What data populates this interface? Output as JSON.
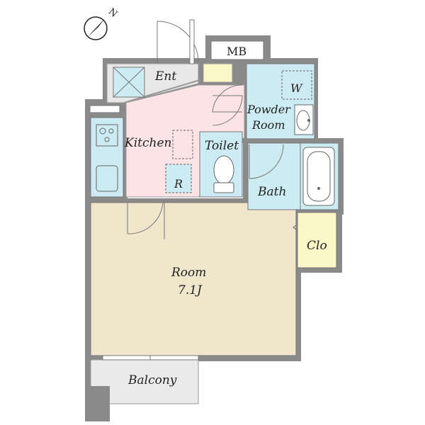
{
  "compass": {
    "label": "N"
  },
  "rooms": {
    "mb": "MB",
    "ent": "Ent",
    "powder_line1": "Powder",
    "powder_line2": "Room",
    "washer": "W",
    "kitchen": "Kitchen",
    "toilet": "Toilet",
    "fridge": "R",
    "bath": "Bath",
    "closet": "Clo",
    "room_name": "Room",
    "room_size": "7.1J",
    "balcony": "Balcony"
  },
  "colors": {
    "wall": "#8a8a8a",
    "room": "#efe6cc",
    "kitchen": "#fbe3e6",
    "wet": "#cdebf3",
    "entry": "#e8e8e8",
    "closet": "#fbf7c6",
    "balcony": "#eaeaea"
  }
}
